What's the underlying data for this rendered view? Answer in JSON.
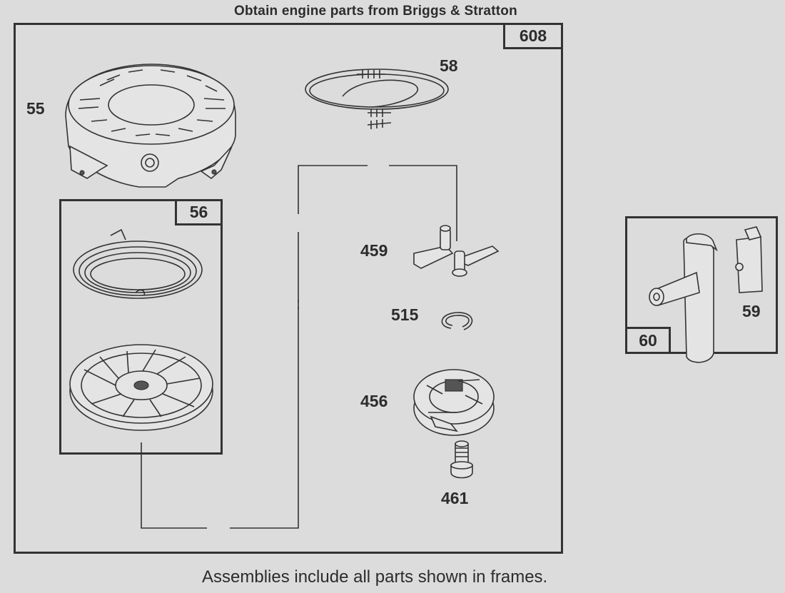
{
  "header": {
    "text": "Obtain engine parts from Briggs & Stratton"
  },
  "footer": {
    "text": "Assemblies include all parts shown in frames."
  },
  "frames": {
    "main": {
      "number": "608"
    },
    "rewind_assembly": {
      "number": "56"
    },
    "handle_assembly": {
      "number": "60"
    }
  },
  "parts": {
    "starter_housing": {
      "ref": "55",
      "icon": "starter-housing-icon"
    },
    "starter_rope": {
      "ref": "58",
      "icon": "rope-icon"
    },
    "starter_pawl": {
      "ref": "459",
      "icon": "pawl-icon"
    },
    "retainer_ring": {
      "ref": "515",
      "icon": "retainer-ring-icon"
    },
    "pawl_plate": {
      "ref": "456",
      "icon": "pawl-plate-icon"
    },
    "shoulder_screw": {
      "ref": "461",
      "icon": "screw-icon"
    },
    "rope_insert": {
      "ref": "59",
      "icon": "insert-icon"
    }
  },
  "colors": {
    "background": "#dcdcdc",
    "line": "#333333",
    "fill": "#e4e4e4"
  }
}
